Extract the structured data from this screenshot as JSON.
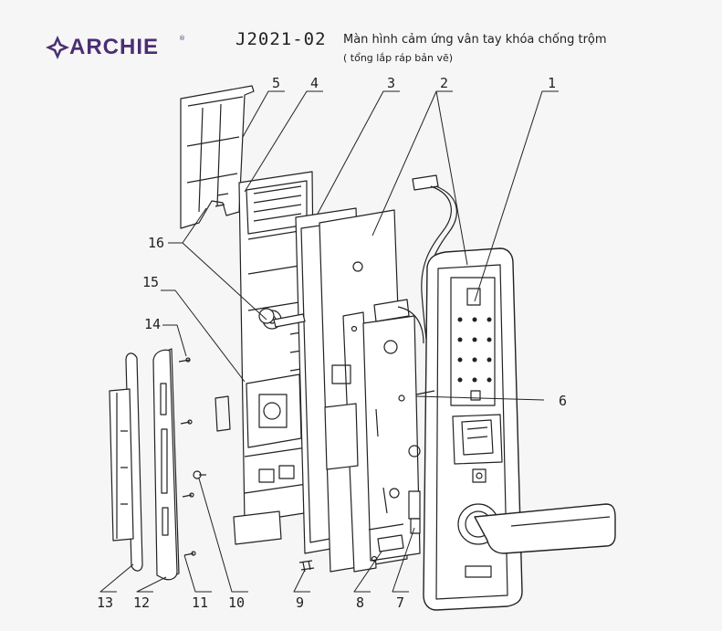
{
  "brand": {
    "name": "ARCHIE",
    "reg_mark": "®",
    "logo_icon": "diamond-cross-logo-icon"
  },
  "header": {
    "model": "J2021-02",
    "title": "Màn hình cảm ứng vân tay khóa chống trộm",
    "subtitle": "( tổng lắp ráp bản vẽ)"
  },
  "colors": {
    "brand": "#4b2e73",
    "line": "#222222",
    "background": "#f6f6f6"
  },
  "callouts": {
    "c1": "1",
    "c2": "2",
    "c3": "3",
    "c4": "4",
    "c5": "5",
    "c6": "6",
    "c7": "7",
    "c8": "8",
    "c9": "9",
    "c10": "10",
    "c11": "11",
    "c12": "12",
    "c13": "13",
    "c14": "14",
    "c15": "15",
    "c16": "16"
  }
}
